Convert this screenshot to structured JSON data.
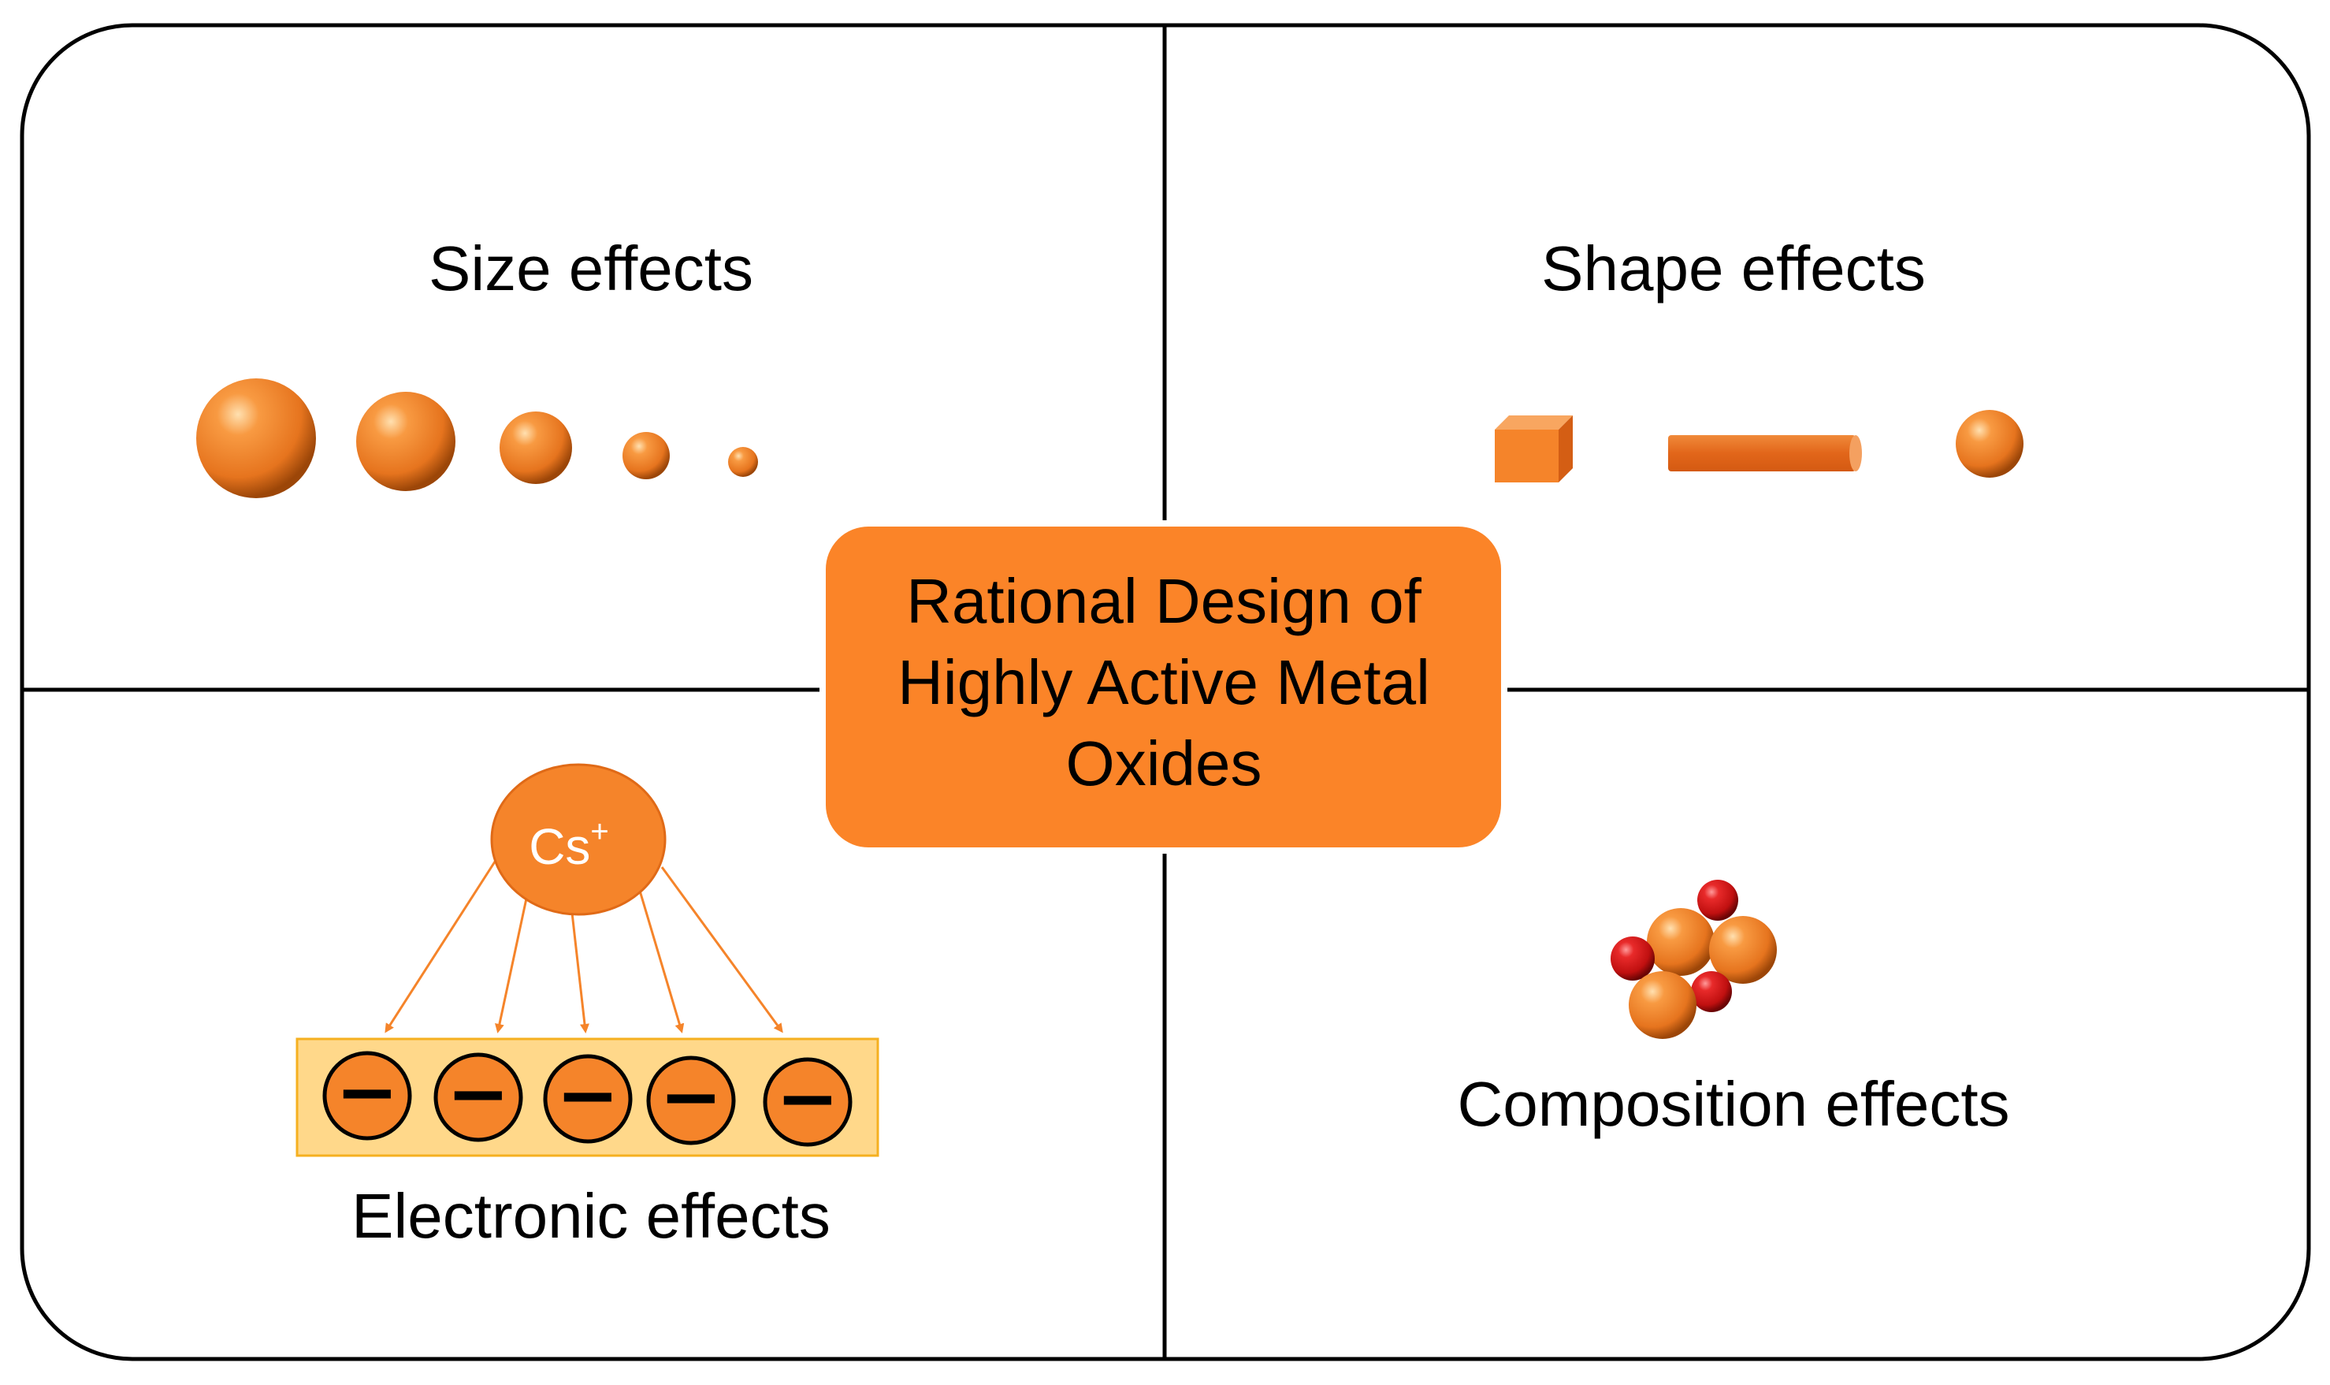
{
  "center_box": {
    "lines": [
      "Rational Design of",
      "Highly Active Metal",
      "Oxides"
    ]
  },
  "quadrants": {
    "top_left": {
      "title": "Size effects"
    },
    "top_right": {
      "title": "Shape effects"
    },
    "bottom_left": {
      "title": "Electronic effects",
      "cation_label": "Cs",
      "cation_charge": "+",
      "electron_symbol": "−"
    },
    "bottom_right": {
      "title": "Composition effects"
    }
  },
  "colors": {
    "orange": "#F5842A",
    "orange_dark": "#E06A17",
    "center_fill": "#FB8428",
    "electron_band": "#FFD88A",
    "red_atom": "#D91C20",
    "frame": "#000000"
  }
}
